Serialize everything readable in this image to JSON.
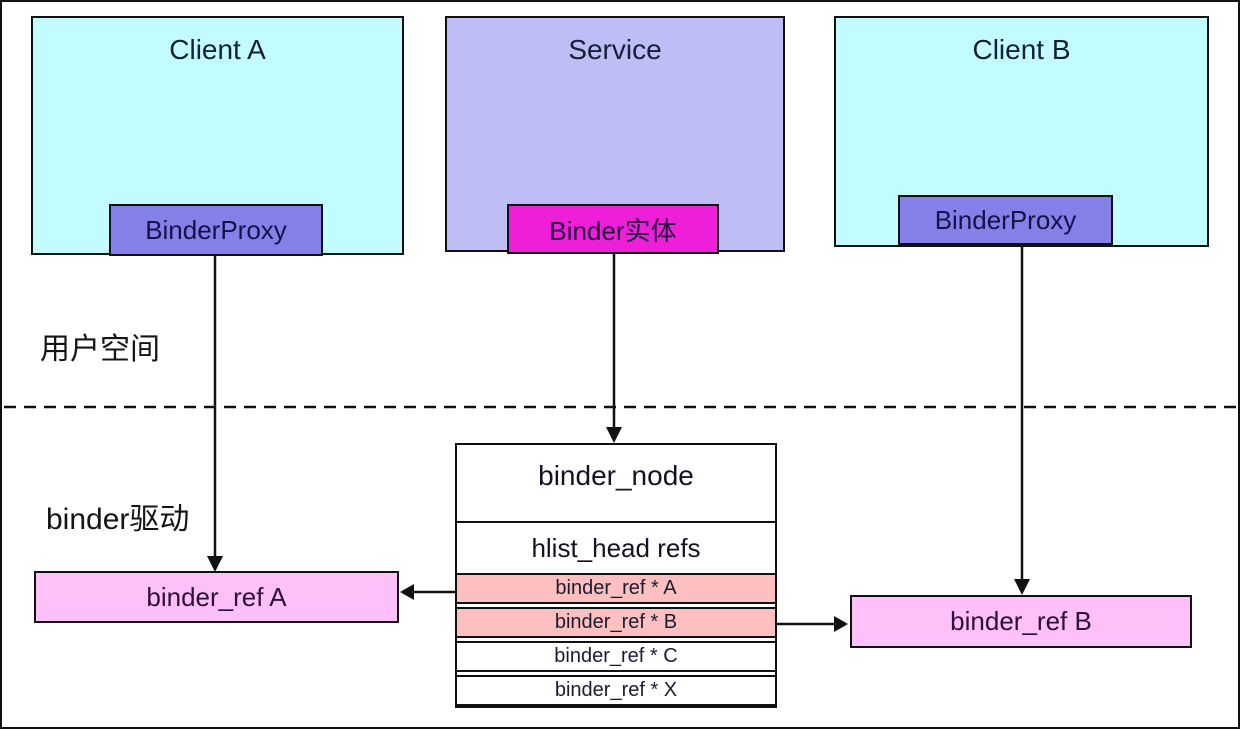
{
  "diagram": {
    "user_space_label": "用户空间",
    "kernel_space_label": "binder驱动",
    "client_a": {
      "title": "Client A",
      "proxy_label": "BinderProxy"
    },
    "service": {
      "title": "Service",
      "entity_label": "Binder实体"
    },
    "client_b": {
      "title": "Client B",
      "proxy_label": "BinderProxy"
    },
    "binder_node_table": {
      "title": "binder_node",
      "refs_header": "hlist_head refs",
      "rows": [
        {
          "label": "binder_ref * A",
          "highlighted": true
        },
        {
          "label": "binder_ref * B",
          "highlighted": true
        },
        {
          "label": "binder_ref * C",
          "highlighted": false
        },
        {
          "label": "binder_ref * X",
          "highlighted": false
        }
      ]
    },
    "ref_a_label": "binder_ref A",
    "ref_b_label": "binder_ref B"
  },
  "colors": {
    "client-fill": "#c2fcff",
    "service-fill": "#bfbdf6",
    "proxy-fill": "#8381e8",
    "entity-fill": "#ee1ed9",
    "ref-fill": "#fdc0f8",
    "row-highlight-fill": "#fdbfbf",
    "line": "#111111",
    "ink": "#141428"
  }
}
